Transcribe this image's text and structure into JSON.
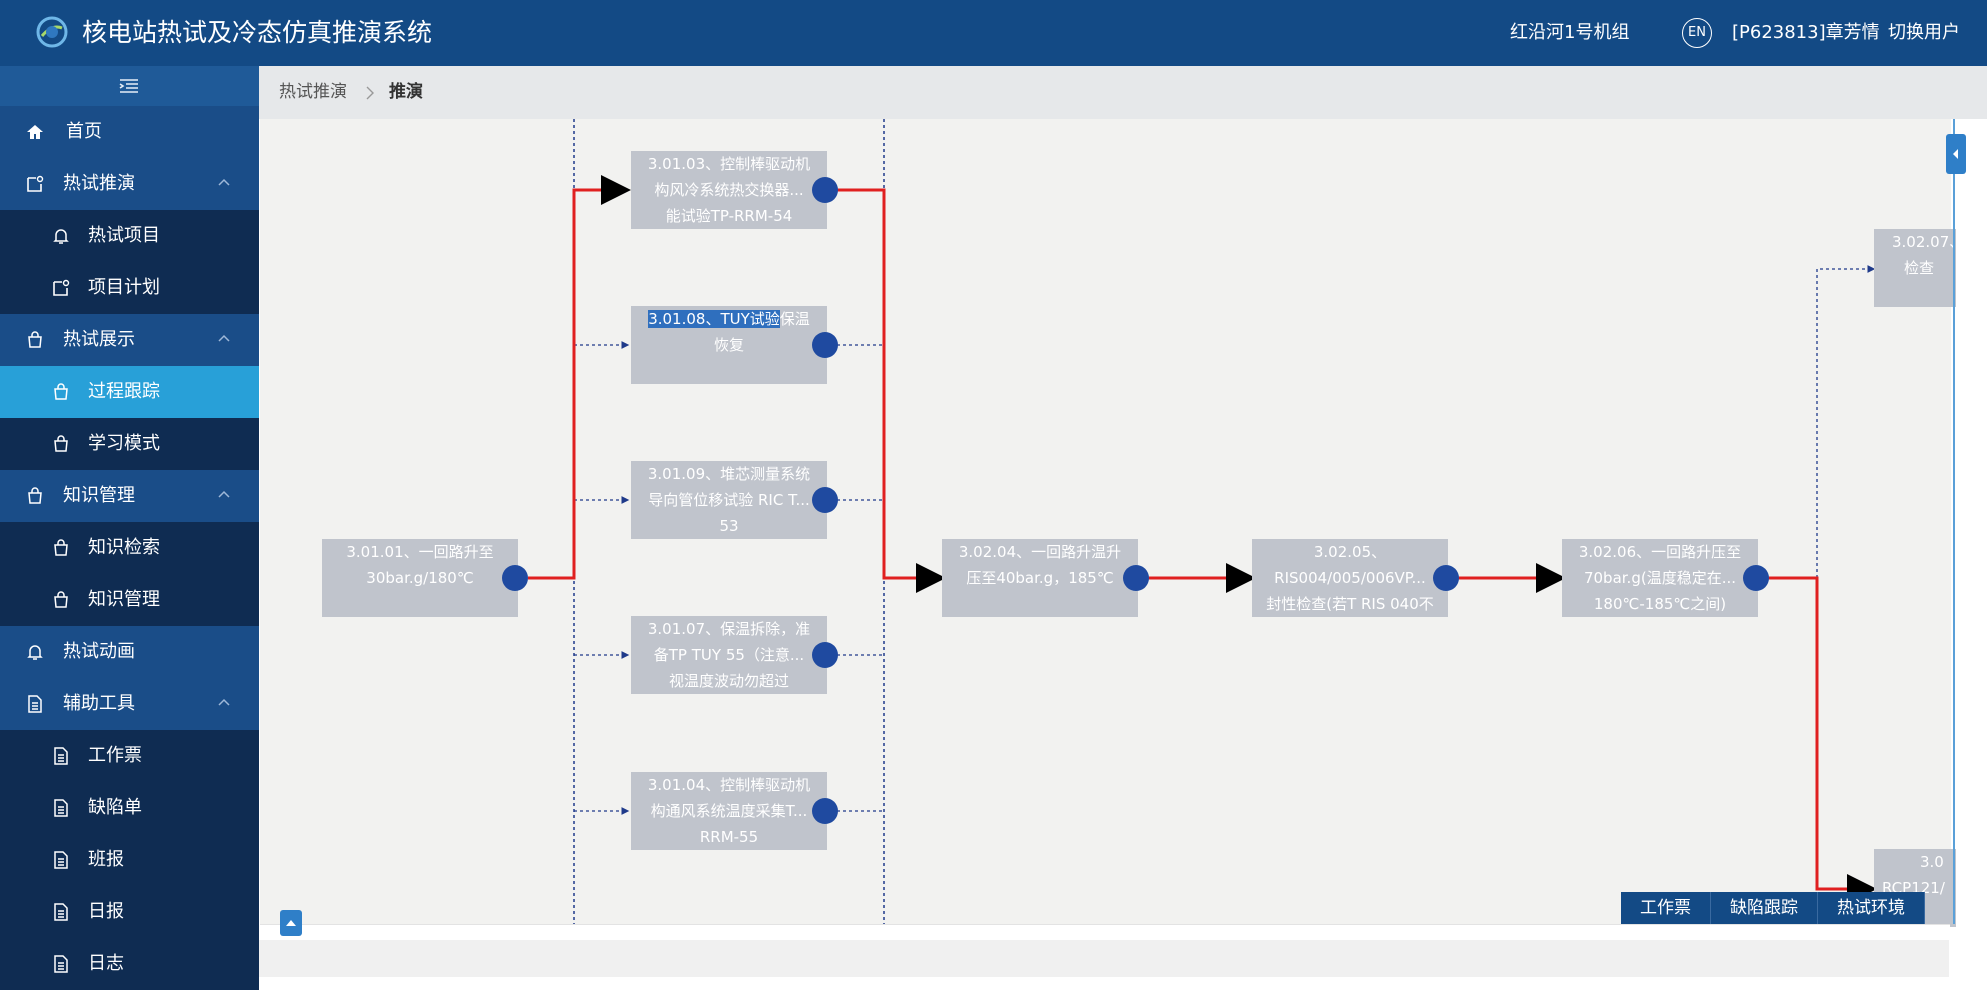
{
  "header": {
    "title": "核电站热试及冷态仿真推演系统",
    "unit": "红沿河1号机组",
    "lang": "EN",
    "user": "[P623813]章芳情",
    "switch_user": "切换用户"
  },
  "sidebar": {
    "items": [
      {
        "label": "首页",
        "icon": "home-icon"
      },
      {
        "label": "热试推演",
        "icon": "edit-icon"
      },
      {
        "label": "热试项目",
        "icon": "bell-icon"
      },
      {
        "label": "项目计划",
        "icon": "edit-icon"
      },
      {
        "label": "热试展示",
        "icon": "bag-icon"
      },
      {
        "label": "过程跟踪",
        "icon": "bag-icon"
      },
      {
        "label": "学习模式",
        "icon": "bag-icon"
      },
      {
        "label": "知识管理",
        "icon": "bag-icon"
      },
      {
        "label": "知识检索",
        "icon": "bag-icon"
      },
      {
        "label": "知识管理",
        "icon": "bag-icon"
      },
      {
        "label": "热试动画",
        "icon": "bell-icon"
      },
      {
        "label": "辅助工具",
        "icon": "document-icon"
      },
      {
        "label": "工作票",
        "icon": "document-icon"
      },
      {
        "label": "缺陷单",
        "icon": "document-icon"
      },
      {
        "label": "班报",
        "icon": "document-icon"
      },
      {
        "label": "日报",
        "icon": "document-icon"
      },
      {
        "label": "日志",
        "icon": "document-icon"
      }
    ]
  },
  "breadcrumb": {
    "parent": "热试推演",
    "current": "推演"
  },
  "flow": {
    "n1": {
      "line1": "3.01.01、一回路升至",
      "line2": "30bar.g/180℃"
    },
    "n2": {
      "line1": "3.01.03、控制棒驱动机",
      "line2": "构风冷系统热交换器...",
      "line3": "能试验TP-RRM-54"
    },
    "n3": {
      "line1_hl": "3.01.08、TUY试验",
      "line1_rest": "保温",
      "line2": "恢复"
    },
    "n4": {
      "line1": "3.01.09、堆芯测量系统",
      "line2": "导向管位移试验 RIC T...",
      "line3": "53"
    },
    "n5": {
      "line1": "3.01.07、保温拆除，准",
      "line2": "备TP TUY 55（注意...",
      "line3": "视温度波动勿超过"
    },
    "n6": {
      "line1": "3.01.04、控制棒驱动机",
      "line2": "构通风系统温度采集T...",
      "line3": "RRM-55"
    },
    "n7": {
      "line1": "3.02.04、一回路升温升",
      "line2": "压至40bar.g，185℃"
    },
    "n8": {
      "line1": "3.02.05、",
      "line2": "RIS004/005/006VP...",
      "line3": "封性检查(若T RIS 040不"
    },
    "n9": {
      "line1": "3.02.06、一回路升压至",
      "line2": "70bar.g(温度稳定在...",
      "line3": "180℃-185℃之间)"
    },
    "n10": {
      "line1": "3.02.07、",
      "line2": "检查"
    },
    "n11": {
      "line1": "3.0",
      "line2": "RCP121/"
    }
  },
  "bottom_tabs": [
    "工作票",
    "缺陷跟踪",
    "热试环境"
  ],
  "colors": {
    "header": "#134a85",
    "sidebar": "#0f2c52",
    "active": "#28a0d8",
    "critical_path": "#e02020",
    "port": "#1f4aa0"
  }
}
